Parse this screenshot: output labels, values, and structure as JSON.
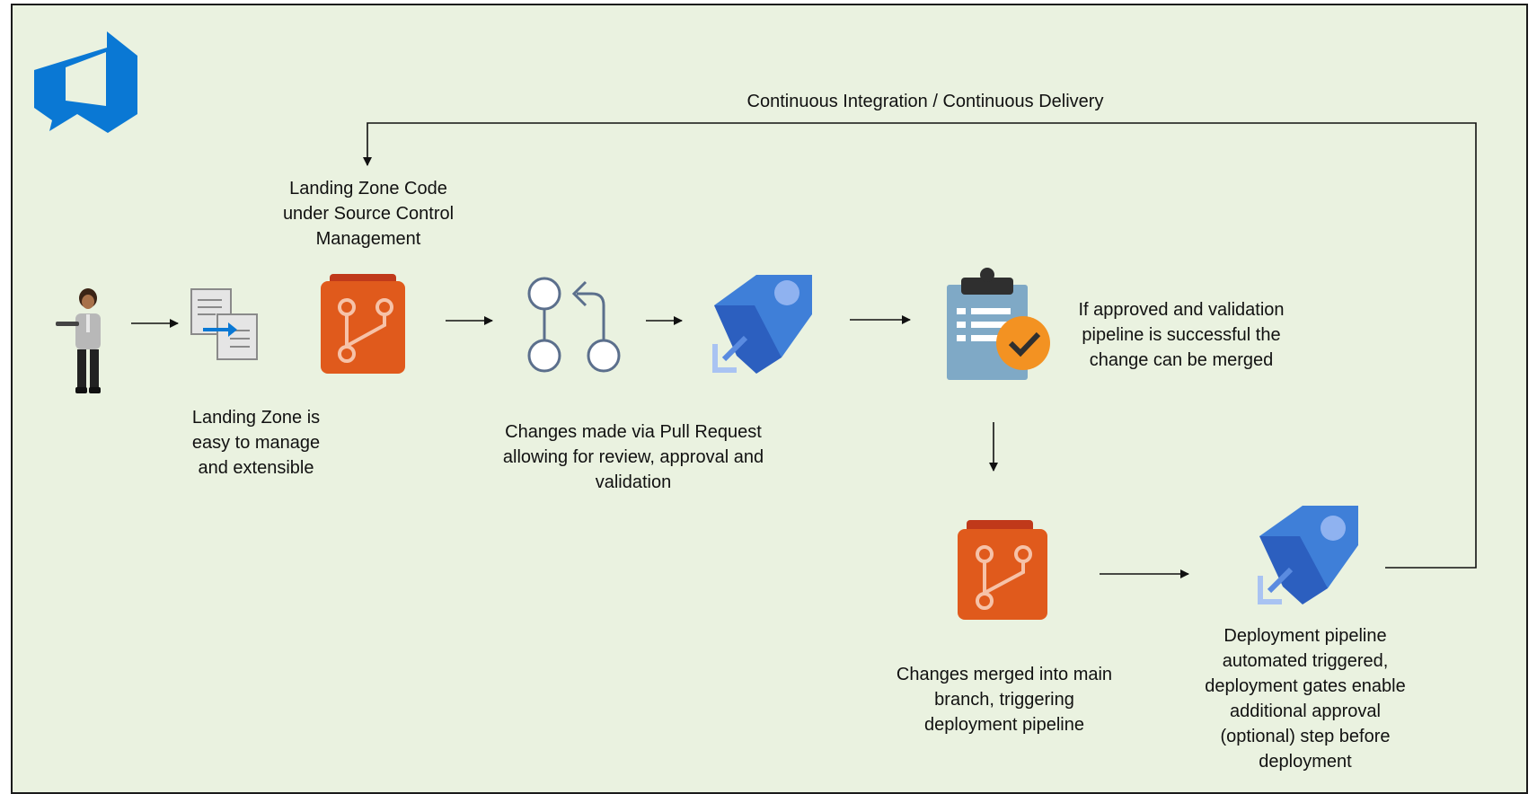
{
  "colors": {
    "background": "#eaf2e0",
    "border": "#1b1b1b",
    "azure_blue": "#0a78d4",
    "repos_orange": "#e05a1c",
    "pipelines_blue": "#3f7fd8",
    "checklist_blue": "#7fa9c6",
    "check_orange": "#f39222"
  },
  "icons": [
    "azure-devops-logo-icon",
    "developer-person-icon",
    "document-transfer-icon",
    "repos-icon",
    "pull-request-icon",
    "pipelines-rocket-icon",
    "clipboard-check-icon"
  ],
  "loop": {
    "label": "Continuous Integration / Continuous Delivery"
  },
  "steps": {
    "source_control": "Landing Zone Code\nunder Source Control\nManagement",
    "manageable": "Landing Zone is\neasy to manage\nand extensible",
    "pull_request": "Changes made via Pull Request\nallowing for review, approval and\nvalidation",
    "approved": "If approved and validation\npipeline is successful the\nchange can be merged",
    "merged": "Changes merged into main\nbranch, triggering\ndeployment pipeline",
    "deployment": "Deployment pipeline\nautomated triggered,\ndeployment gates enable\nadditional approval\n(optional) step before\ndeployment"
  }
}
